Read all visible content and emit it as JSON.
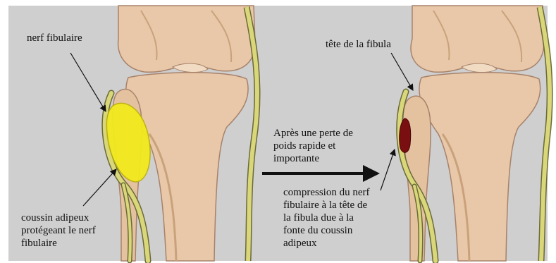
{
  "labels": {
    "nerve": "nerf fibulaire",
    "fat_pad": "coussin adipeux\nprotégeant le nerf\nfibulaire",
    "head": "tête de la fibula",
    "weight_loss": "Après une perte de\npoids rapide et\nimportante",
    "compression": "compression du nerf\nfibulaire à la tête de\nla fibula due à la\nfonte du coussin\nadipeux"
  },
  "colors": {
    "background": "#cfcfcf",
    "bone": "#e8c8a8",
    "bone_shadow": "#c9a27c",
    "nerve": "#d9d77a",
    "nerve_outline": "#6a6a3a",
    "fat_pad": "#f2ea1c",
    "compression_mark": "#7a0f12",
    "arrow": "#111111"
  }
}
